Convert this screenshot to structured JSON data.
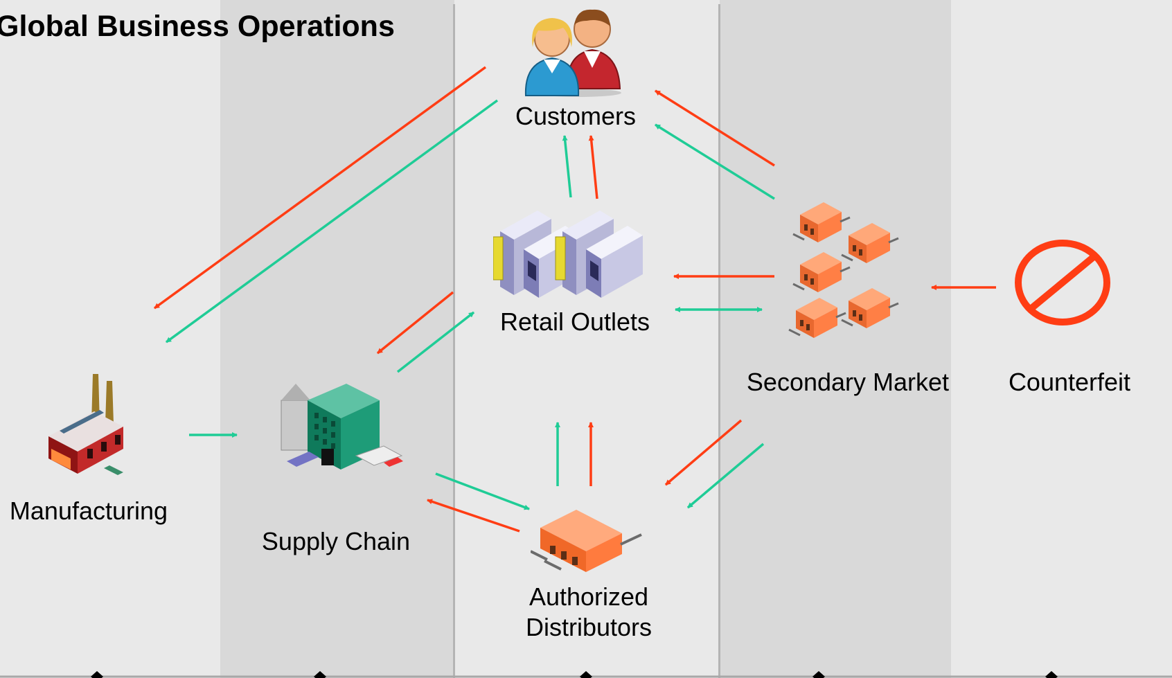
{
  "title": "Global Business Operations",
  "colors": {
    "forward_flow": "#1fcc96",
    "return_flow": "#ff3d14",
    "band_light": "#e9e9e9",
    "band_dark": "#d9d9d9"
  },
  "nodes": {
    "customers": {
      "label": "Customers",
      "icon": "people-icon"
    },
    "retail_outlets": {
      "label": "Retail Outlets",
      "icon": "store-building-icon"
    },
    "secondary_market": {
      "label": "Secondary Market",
      "icon": "warehouse-cluster-icon"
    },
    "counterfeit": {
      "label": "Counterfeit",
      "icon": "prohibited-icon"
    },
    "manufacturing": {
      "label": "Manufacturing",
      "icon": "factory-icon"
    },
    "supply_chain": {
      "label": "Supply Chain",
      "icon": "distribution-center-icon"
    },
    "authorized_distributors": {
      "label_line1": "Authorized",
      "label_line2": "Distributors",
      "icon": "warehouse-icon"
    }
  }
}
